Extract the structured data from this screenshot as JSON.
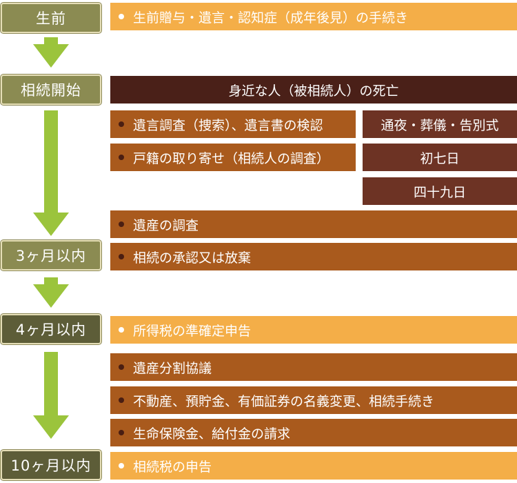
{
  "colors": {
    "stage_light": "#8b8b52",
    "stage_dark": "#5d5d38",
    "arrow": "#9bc43c",
    "item_yellow": "#f4ae48",
    "item_brown": "#a95a1d",
    "header_dark": "#4a2018",
    "ritual_brown": "#6d3324"
  },
  "stages": {
    "seizen": "生前",
    "souzoku_kaishi": "相続開始",
    "three_months": "3ヶ月以内",
    "four_months": "4ヶ月以内",
    "ten_months": "10ヶ月以内"
  },
  "items": {
    "seizen_tetsuzuki": "生前贈与・遺言・認知症（成年後見）の手続き",
    "shikkyo_header": "身近な人（被相続人）の死亡",
    "yuigon_chousa": "遺言調査（捜索）、遺言書の検認",
    "koseki": "戸籍の取り寄せ（相続人の調査）",
    "isan_chousa": "遺産の調査",
    "shounin_houki": "相続の承認又は放棄",
    "junkakutei": "所得税の準確定申告",
    "bunkatsu": "遺産分割協議",
    "meigi_henkou": "不動産、預貯金、有価証券の名義変更、相続手続き",
    "hoken": "生命保険金、給付金の請求",
    "souzokuzei": "相続税の申告"
  },
  "rituals": {
    "tsuya": "通夜・葬儀・告別式",
    "shonanoka": "初七日",
    "shijukunichi": "四十九日"
  },
  "icons": {
    "arrow": "down-arrow-icon"
  }
}
